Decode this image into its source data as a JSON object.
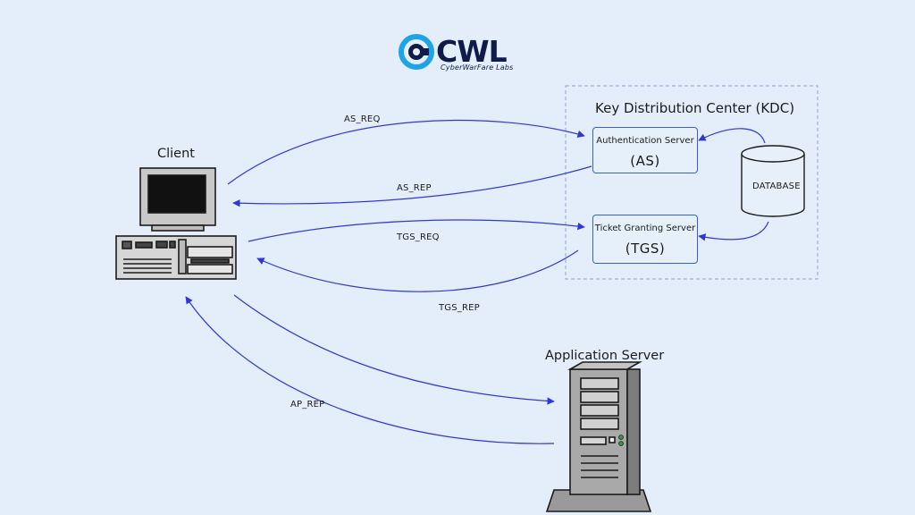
{
  "logo": {
    "word": "CWL",
    "subtitle": "CyberWarFare Labs"
  },
  "kdc": {
    "title": "Key Distribution Center (KDC)"
  },
  "nodes": {
    "client": "Client",
    "as_server": {
      "label": "Authentication Server",
      "abbr": "(AS)"
    },
    "tgs_server": {
      "label": "Ticket Granting Server",
      "abbr": "(TGS)"
    },
    "database": "DATABASE",
    "app_server": "Application Server"
  },
  "messages": {
    "as_req": "AS_REQ",
    "as_rep": "AS_REP",
    "tgs_req": "TGS_REQ",
    "tgs_rep": "TGS_REP",
    "ap_rep": "AP_REP"
  },
  "colors": {
    "arrow": "#2f37d9",
    "box_border": "#3c5fcf",
    "logo": "#0f1b49",
    "logo_ring": "#1fa3e8",
    "background": "#e3eefa"
  }
}
